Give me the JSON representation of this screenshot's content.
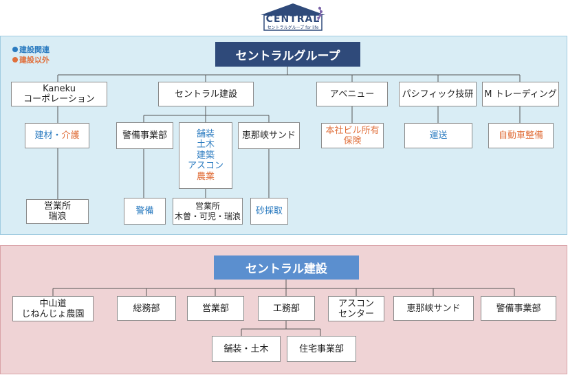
{
  "logo": {
    "brand": "CENTRAL",
    "tagline": "セントラルグループ for life"
  },
  "legend": {
    "construction": "建設関連",
    "non_construction": "建設以外",
    "blue": "#2b7bc0",
    "orange": "#e0703c"
  },
  "group": {
    "title": "セントラルグループ",
    "kaneku": {
      "line1": "Kaneku",
      "line2": "コーポレーション",
      "service_a": "建材",
      "sep": "・",
      "service_b": "介護",
      "office_line1": "営業所",
      "office_line2": "瑞浪"
    },
    "kensetsu": {
      "name": "セントラル建設",
      "keibi": "警備事業部",
      "keibi_child": "警備",
      "work": {
        "l1": "舗装",
        "l2": "土木",
        "l3": "建築",
        "l4": "アスコン",
        "l5": "農業"
      },
      "office_line1": "営業所",
      "office_line2": "木曽・可児・瑞浪",
      "enakyo": "恵那峡サンド",
      "enakyo_child": "砂採取"
    },
    "avenue": {
      "name": "アベニュー",
      "service_line1": "本社ビル所有",
      "service_line2": "保険"
    },
    "pacific": {
      "name": "パシフィック技研",
      "service": "運送"
    },
    "mtrading": {
      "name": "M トレーディング",
      "service": "自動車整備"
    }
  },
  "kensetsu_org": {
    "title": "セントラル建設",
    "depts": {
      "nakasendo_line1": "中山道",
      "nakasendo_line2": "じねんじょ農園",
      "soumu": "総務部",
      "eigyo": "営業部",
      "koumu": "工務部",
      "ascon_line1": "アスコン",
      "ascon_line2": "センター",
      "enakyo": "恵那峡サンド",
      "keibi": "警備事業部"
    },
    "koumu_children": {
      "hosou": "舗装・土木",
      "jutaku": "住宅事業部"
    }
  }
}
